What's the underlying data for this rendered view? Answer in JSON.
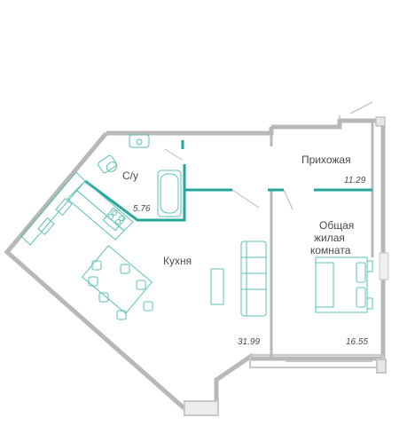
{
  "rooms": [
    {
      "id": "bathroom",
      "name": "С/у",
      "area": "5.76"
    },
    {
      "id": "hall",
      "name": "Прихожая",
      "area": "11.29"
    },
    {
      "id": "kitchen",
      "name": "Кухня",
      "area": "31.99"
    },
    {
      "id": "living",
      "name_lines": [
        "Общая",
        "жилая",
        "комната"
      ],
      "area": "16.55"
    }
  ],
  "colors": {
    "wall": "#b8b8b8",
    "wall_fill": "#f2f2f2",
    "accent": "#26a69a",
    "furniture": "#5cc2b5",
    "text": "#4a4a4a"
  }
}
